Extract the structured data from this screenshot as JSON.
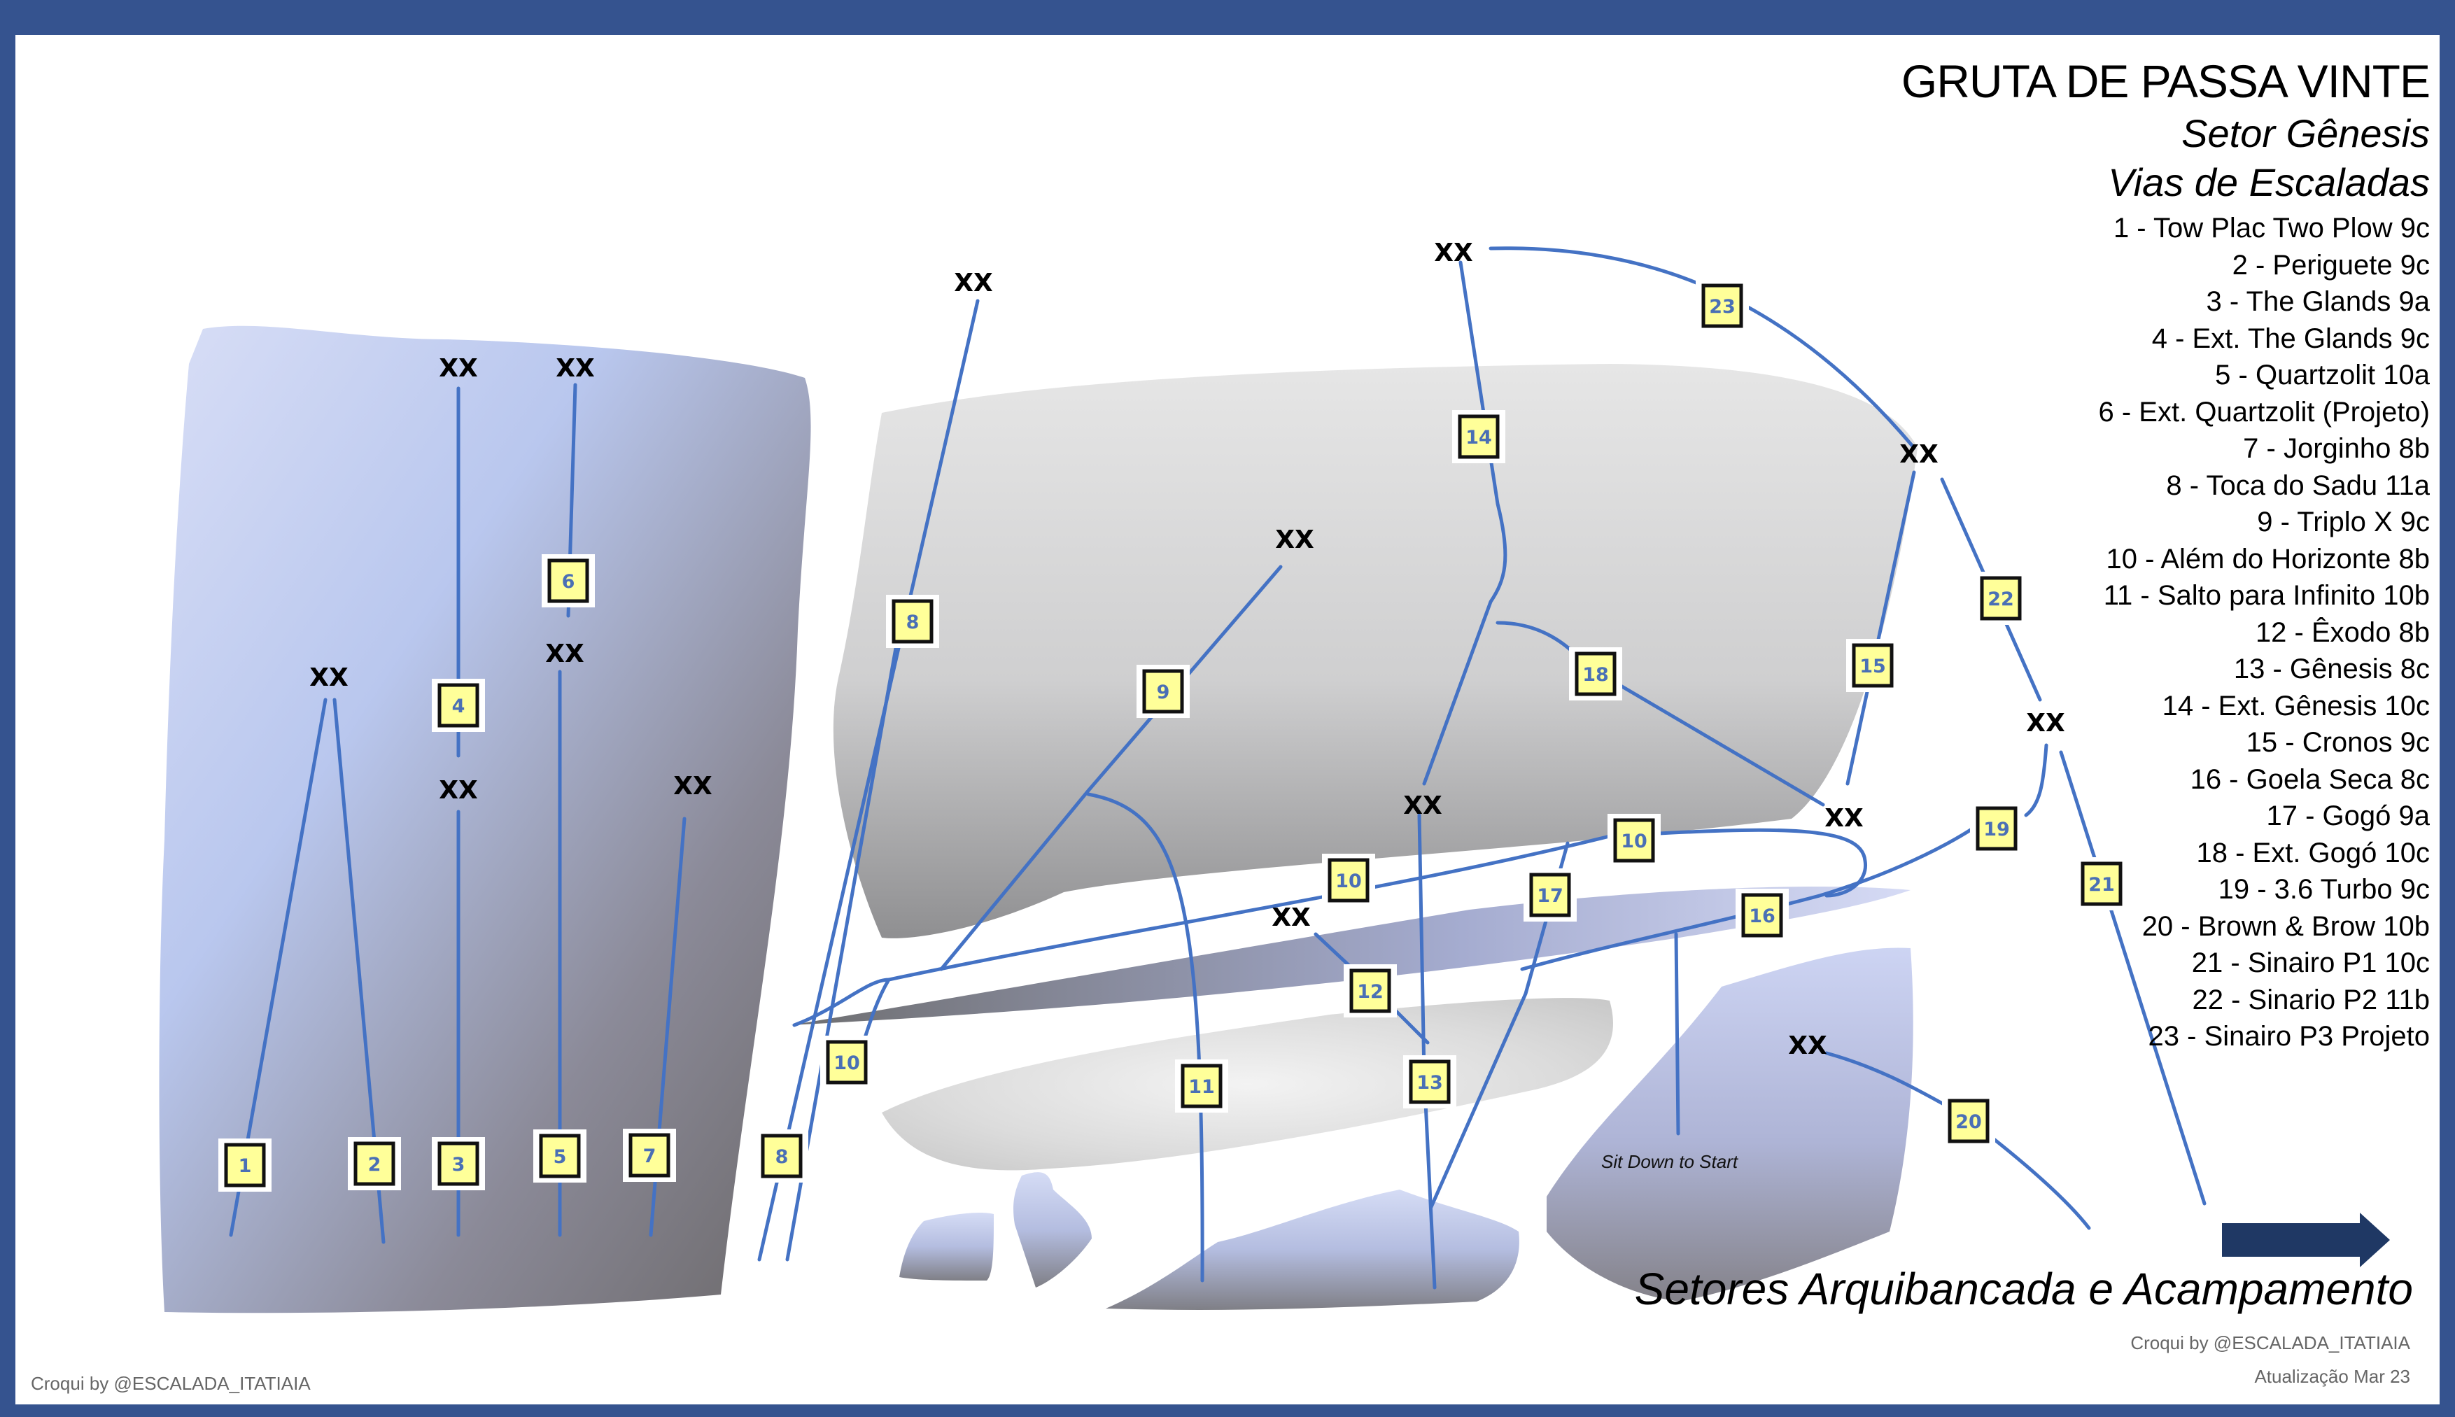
{
  "title": "GRUTA DE PASSA VINTE",
  "sector": "Setor Gênesis",
  "routes_heading": "Vias de Escaladas",
  "routes": [
    "1 - Tow Plac Two Plow 9c",
    "2 - Periguete 9c",
    "3 - The Glands 9a",
    "4 - Ext. The Glands 9c",
    "5 - Quartzolit 10a",
    "6 - Ext. Quartzolit (Projeto)",
    "7 - Jorginho 8b",
    "8 - Toca do Sadu 11a",
    "9 - Triplo X 9c",
    "10 - Além do Horizonte 8b",
    "11 - Salto para Infinito 10b",
    "12 - Êxodo 8b",
    "13 - Gênesis 8c",
    "14 - Ext. Gênesis 10c",
    "15 - Cronos 9c",
    "16 - Goela Seca 8c",
    "17 - Gogó 9a",
    "18 - Ext. Gogó 10c",
    "19 - 3.6 Turbo 9c",
    "20 - Brown & Brow 10b",
    "21 - Sinairo P1 10c",
    "22 - Sinario P2 11b",
    "23 - Sinairo P3 Projeto"
  ],
  "anchor_label": "XX",
  "route_numbers": [
    "1",
    "2",
    "3",
    "4",
    "5",
    "6",
    "7",
    "8",
    "8",
    "9",
    "10",
    "10",
    "10",
    "11",
    "12",
    "13",
    "14",
    "15",
    "16",
    "17",
    "18",
    "19",
    "20",
    "21",
    "22",
    "23"
  ],
  "sit_down_note": "Sit Down to Start",
  "next_sector": "Setores Arquibancada e Acampamento",
  "credit": "Croqui by @ESCALADA_ITATIAIA",
  "update": "Atualização Mar 23",
  "colors": {
    "frame": "#35538f",
    "route_line": "#4472c4",
    "badge_fill": "#ffff99",
    "badge_text": "#4a6fb5",
    "arrow": "#1f3864"
  },
  "icons": {
    "next_sector": "right-arrow-icon",
    "anchor": "double-bolt-anchor-mark"
  }
}
